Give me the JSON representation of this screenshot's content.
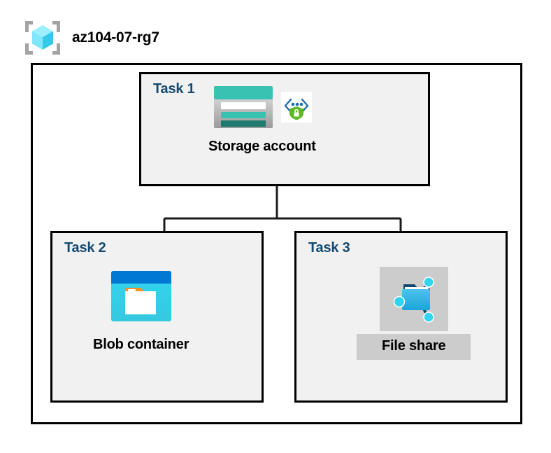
{
  "header": {
    "icon": "resource-group-icon",
    "title": "az104-07-rg7"
  },
  "diagram": {
    "frame_name": "resource-group-frame",
    "tasks": [
      {
        "label": "Task 1",
        "node_caption": "Storage account",
        "icons": [
          "storage-account-icon",
          "managed-identity-shield-icon"
        ],
        "caption_highlighted": false
      },
      {
        "label": "Task 2",
        "node_caption": "Blob container",
        "icons": [
          "blob-container-icon"
        ],
        "caption_highlighted": false
      },
      {
        "label": "Task 3",
        "node_caption": "File share",
        "icons": [
          "file-share-icon"
        ],
        "caption_highlighted": true
      }
    ],
    "connections": [
      {
        "from": "Task 1",
        "to": "Task 2"
      },
      {
        "from": "Task 1",
        "to": "Task 3"
      }
    ]
  },
  "colors": {
    "task_label": "#15496f",
    "box_fill": "#f1f1f1",
    "box_border": "#000000",
    "connector": "#1a1a1a",
    "storage_teal": "#37c2b1",
    "storage_teal_dark": "#1f7a6f",
    "blob_blue": "#0078d4",
    "blob_cyan": "#32d4f0",
    "blob_orange": "#f7941e",
    "shield_green": "#5cb925",
    "chevron_blue": "#1f6cb0",
    "cube_cyan": "#50e6ff",
    "bracket_gray": "#a0a0a0",
    "highlight_gray": "#cccccc"
  }
}
